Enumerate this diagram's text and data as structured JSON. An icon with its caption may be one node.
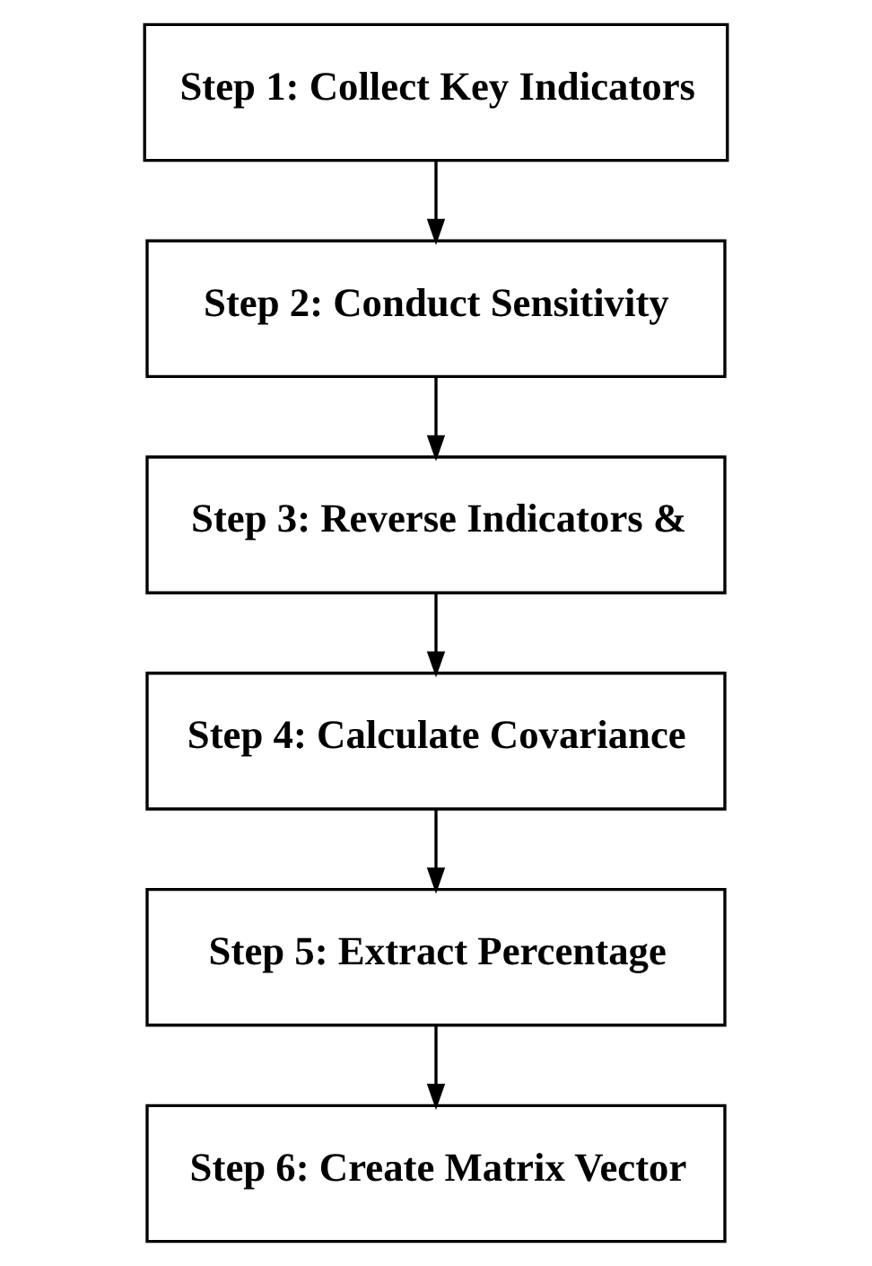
{
  "diagram": {
    "nodes": [
      {
        "text": [
          "Step 1: Collect Key Indicators"
        ]
      },
      {
        "text": [
          "Step 2: Conduct Sensitivity"
        ]
      },
      {
        "text": [
          "Step 3: Reverse Indicators &"
        ]
      },
      {
        "text": [
          "Step 4: Calculate Covariance"
        ]
      },
      {
        "text": [
          "Step 5: Extract Percentage"
        ]
      },
      {
        "text": [
          "Step 6: Create Matrix Vector"
        ]
      }
    ],
    "edges": [
      {
        "from": 0,
        "to": 1,
        "arrow": "to"
      },
      {
        "from": 1,
        "to": 2,
        "arrow": "to"
      },
      {
        "from": 2,
        "to": 3,
        "arrow": "to"
      },
      {
        "from": 3,
        "to": 4,
        "arrow": "to"
      },
      {
        "from": 4,
        "to": 5,
        "arrow": "to"
      }
    ]
  }
}
